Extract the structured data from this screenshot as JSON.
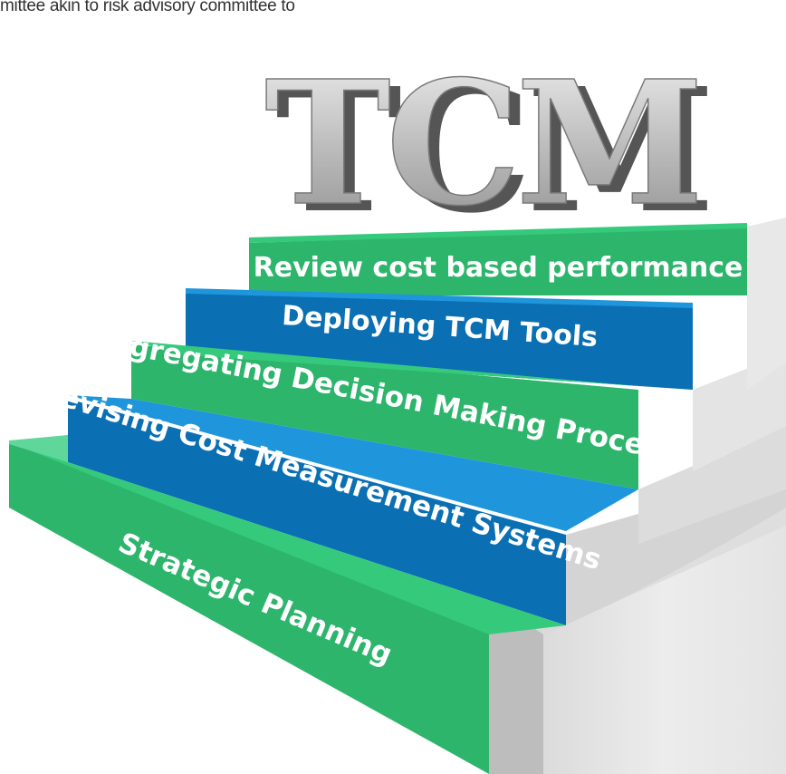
{
  "header_text": "mittee akin to risk advisory committee to",
  "title": "TCM",
  "colors": {
    "green": "#2db56c",
    "green_light": "#35c97c",
    "blue": "#0a6fb3",
    "blue_light": "#1f95dc",
    "stair_grey": "#d9d9d9"
  },
  "steps": [
    {
      "label": "Strategic Planning",
      "color": "green"
    },
    {
      "label": "Devising Cost Measurement Systems",
      "color": "blue"
    },
    {
      "label": "Segregating Decision Making Process",
      "color": "green"
    },
    {
      "label": "Deploying TCM Tools",
      "color": "blue"
    },
    {
      "label": "Review cost based performance",
      "color": "green"
    }
  ]
}
